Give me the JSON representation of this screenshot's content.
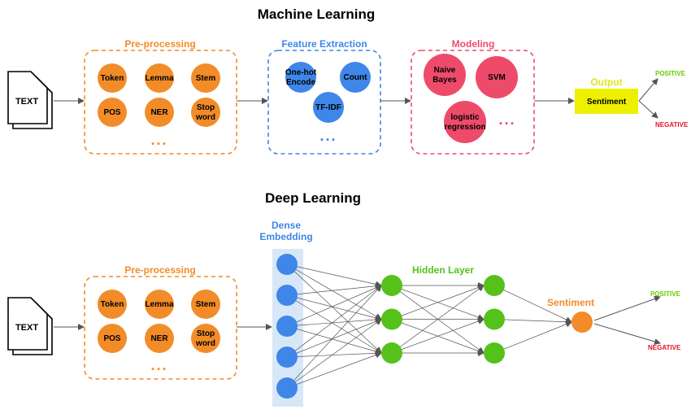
{
  "colors": {
    "orange": "#F28C28",
    "blue": "#3E87E8",
    "pink": "#EE4B6B",
    "green": "#55C21B",
    "yellow": "#EFEF00",
    "positive": "#66CC00",
    "negative": "#E8102A",
    "output_title": "#E3E61A"
  },
  "ml": {
    "title": "Machine Learning",
    "input": "TEXT",
    "preprocessing": {
      "title": "Pre-processing",
      "nodes": [
        "Token",
        "Lemma",
        "Stem",
        "POS",
        "NER",
        "Stop\nword"
      ],
      "more": "..."
    },
    "feature": {
      "title": "Feature Extraction",
      "nodes": [
        "One-hot\nEncode",
        "Count",
        "TF-IDF"
      ],
      "more": "..."
    },
    "modeling": {
      "title": "Modeling",
      "nodes": [
        "Naive\nBayes",
        "SVM",
        "logistic\nregression"
      ],
      "more": "..."
    },
    "output": {
      "title": "Output",
      "label": "Sentiment",
      "positive": "POSITIVE",
      "negative": "NEGATIVE"
    }
  },
  "dl": {
    "title": "Deep Learning",
    "input": "TEXT",
    "preprocessing": {
      "title": "Pre-processing",
      "nodes": [
        "Token",
        "Lemma",
        "Stem",
        "POS",
        "NER",
        "Stop\nword"
      ],
      "more": "..."
    },
    "embedding": {
      "title": "Dense\nEmbedding",
      "count": 5
    },
    "hidden": {
      "title": "Hidden Layer",
      "layers": 2,
      "count": 3
    },
    "output": {
      "title": "Sentiment",
      "positive": "POSITIVE",
      "negative": "NEGATIVE"
    }
  }
}
